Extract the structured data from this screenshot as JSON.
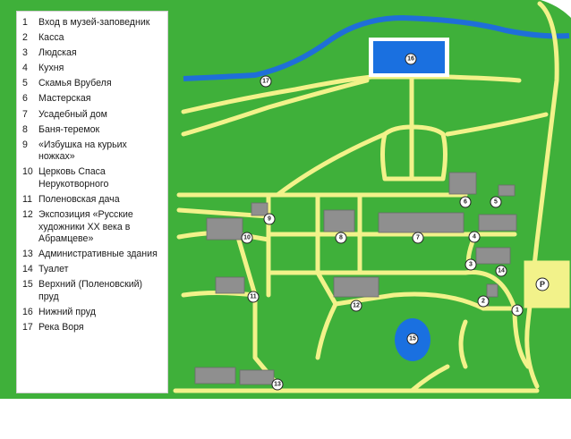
{
  "colors": {
    "grass": "#3fb03a",
    "road": "#f2f28a",
    "river": "#1f6fd8",
    "pond": "#1a70e0",
    "building": "#8f8f8f",
    "marker_fill": "#ffffff",
    "marker_stroke": "#222222",
    "legend_bg": "#ffffff"
  },
  "legend": {
    "items": [
      {
        "num": "1",
        "text": "Вход в музей-заповедник"
      },
      {
        "num": "2",
        "text": "Касса"
      },
      {
        "num": "3",
        "text": "Людская"
      },
      {
        "num": "4",
        "text": "Кухня"
      },
      {
        "num": "5",
        "text": "Скамья Врубеля"
      },
      {
        "num": "6",
        "text": "Мастерская"
      },
      {
        "num": "7",
        "text": "Усадебный дом"
      },
      {
        "num": "8",
        "text": "Баня-теремок"
      },
      {
        "num": "9",
        "text": "«Избушка на курьих ножках»"
      },
      {
        "num": "10",
        "text": "Церковь Спаса Нерукотворного"
      },
      {
        "num": "11",
        "text": "Поленовская дача"
      },
      {
        "num": "12",
        "text": "Экспозиция «Русские художники XX века в Абрамцеве»"
      },
      {
        "num": "13",
        "text": "Административные здания"
      },
      {
        "num": "14",
        "text": "Туалет"
      },
      {
        "num": "15",
        "text": "Верхний (Поленовский) пруд"
      },
      {
        "num": "16",
        "text": "Нижний пруд"
      },
      {
        "num": "17",
        "text": "Река Воря"
      }
    ]
  },
  "markers": {
    "m1": "1",
    "m2": "2",
    "m3": "3",
    "m4": "4",
    "m5": "5",
    "m6": "6",
    "m7": "7",
    "m8": "8",
    "m9": "9",
    "m10": "10",
    "m11": "11",
    "m12": "12",
    "m13": "13",
    "m14": "14",
    "m15": "15",
    "m16": "16",
    "m17": "17",
    "parking": "P"
  }
}
